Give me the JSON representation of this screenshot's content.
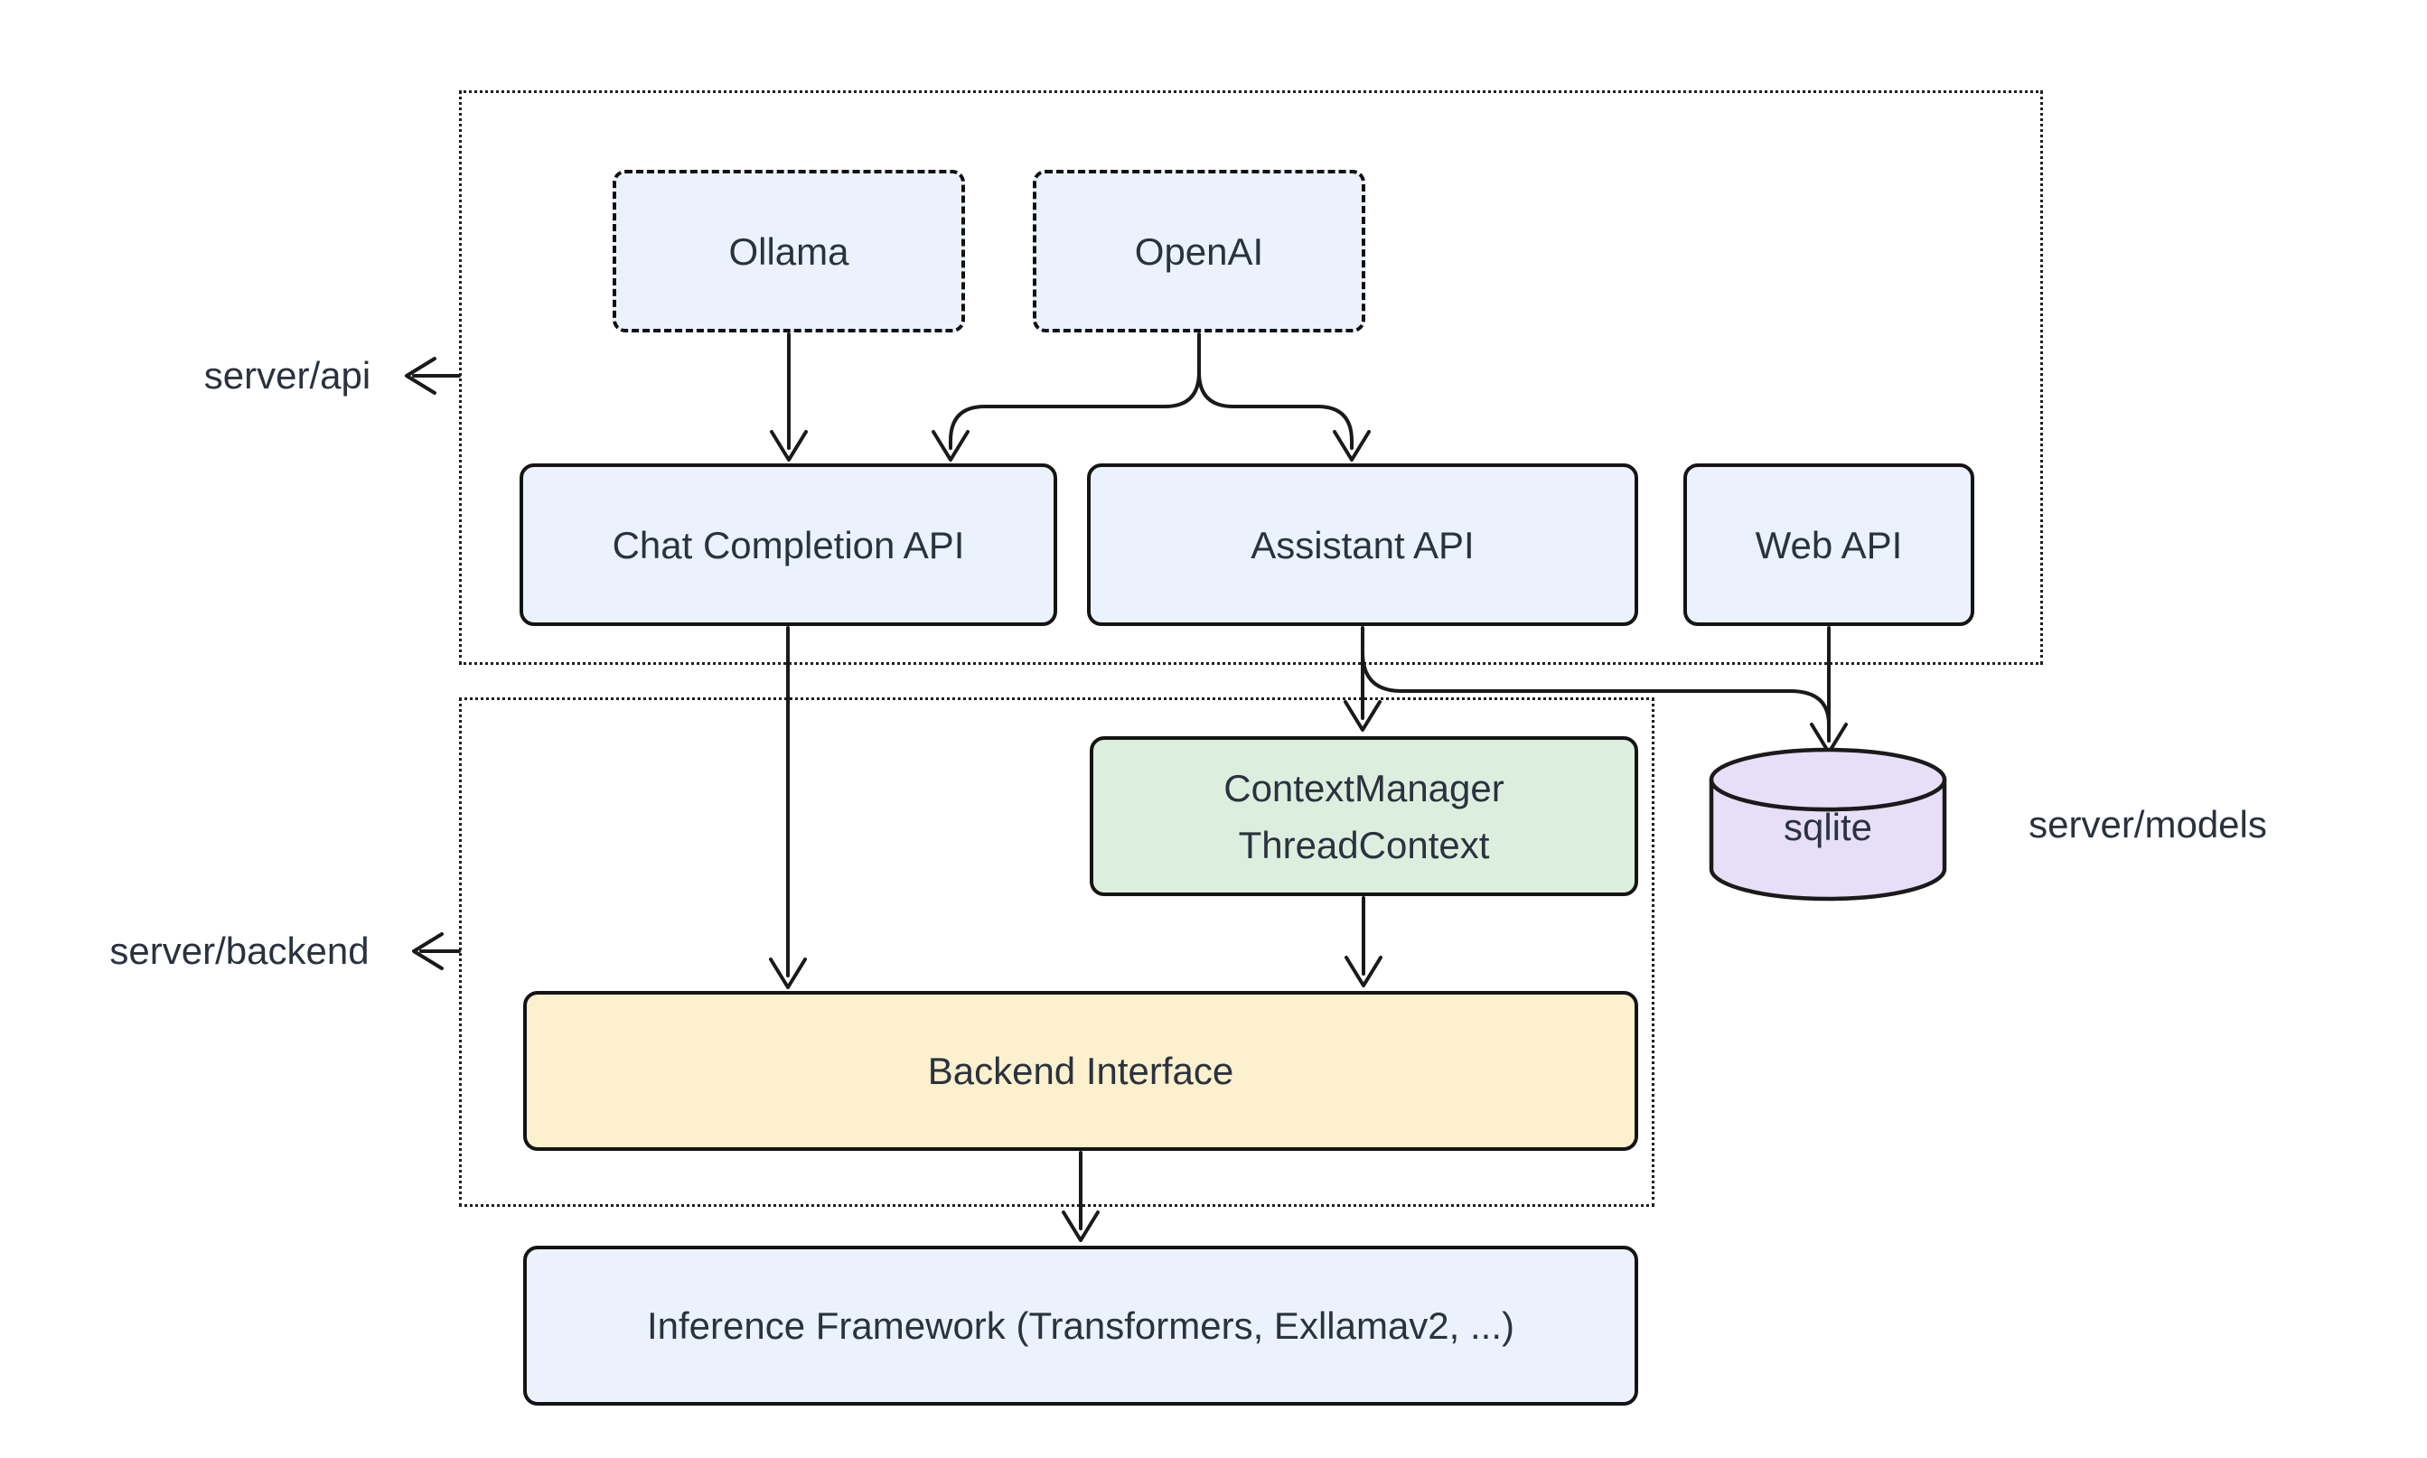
{
  "diagram": {
    "title_hint": "server architecture diagram",
    "containers": {
      "api_label": "server/api",
      "backend_label": "server/backend",
      "models_label": "server/models"
    },
    "nodes": {
      "ollama": "Ollama",
      "openai": "OpenAI",
      "chat_completion_api": "Chat Completion API",
      "assistant_api": "Assistant API",
      "web_api": "Web API",
      "context_manager_line1": "ContextManager",
      "context_manager_line2": "ThreadContext",
      "sqlite": "sqlite",
      "backend_interface": "Backend Interface",
      "inference_framework": "Inference Framework (Transformers, Exllamav2, ...)"
    },
    "colors": {
      "node_blue": "#ECF2FB",
      "node_green": "#DCEFDE",
      "node_yellow": "#FCF0CD",
      "node_purple": "#E7DFF8",
      "line": "#1A1A1A",
      "text": "#2A323F"
    }
  }
}
